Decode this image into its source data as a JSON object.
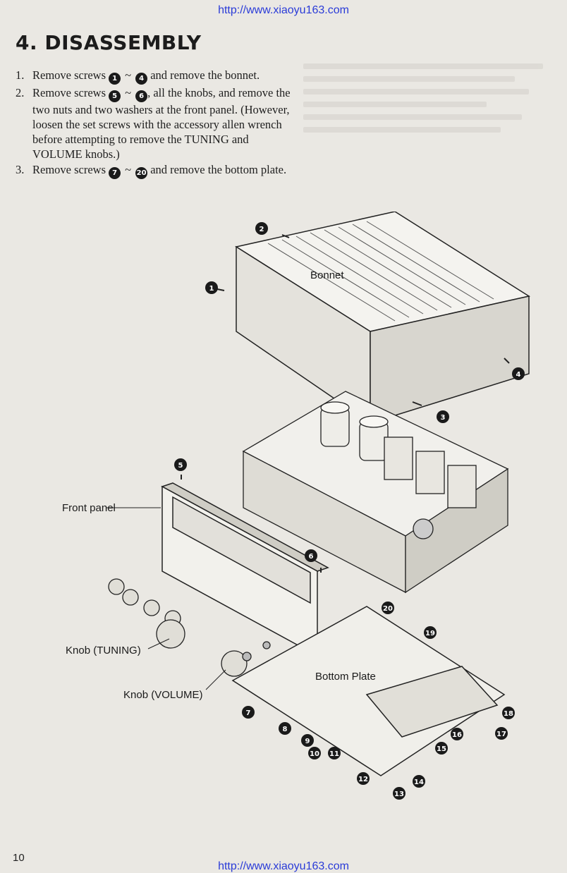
{
  "watermark": {
    "url_top": "http://www.xiaoyu163.com",
    "url_bottom": "http://www.xiaoyu163.com"
  },
  "section": {
    "title": "4. DISASSEMBLY"
  },
  "steps": [
    {
      "num": "1.",
      "lead": "Remove screws",
      "from": "1",
      "to": "4",
      "rest": "and remove the bonnet."
    },
    {
      "num": "2.",
      "lead": "Remove screws",
      "from": "5",
      "to": "6",
      "rest": ", all the knobs, and remove the two nuts and two washers at the front panel. (However, loosen the set screws with the accessory allen wrench before attempting to remove the TUNING and VOLUME knobs.)"
    },
    {
      "num": "3.",
      "lead": "Remove screws",
      "from": "7",
      "to": "20",
      "rest": "and remove the bottom plate."
    }
  ],
  "tilde": "~",
  "diagram": {
    "labels": {
      "bonnet": "Bonnet",
      "front_panel": "Front panel",
      "knob_tuning": "Knob (TUNING)",
      "knob_volume": "Knob (VOLUME)",
      "bottom_plate": "Bottom Plate"
    },
    "callouts": [
      "1",
      "2",
      "3",
      "4",
      "5",
      "6",
      "7",
      "8",
      "9",
      "10",
      "11",
      "12",
      "13",
      "14",
      "15",
      "16",
      "17",
      "18",
      "19",
      "20"
    ]
  },
  "page_number": "10"
}
